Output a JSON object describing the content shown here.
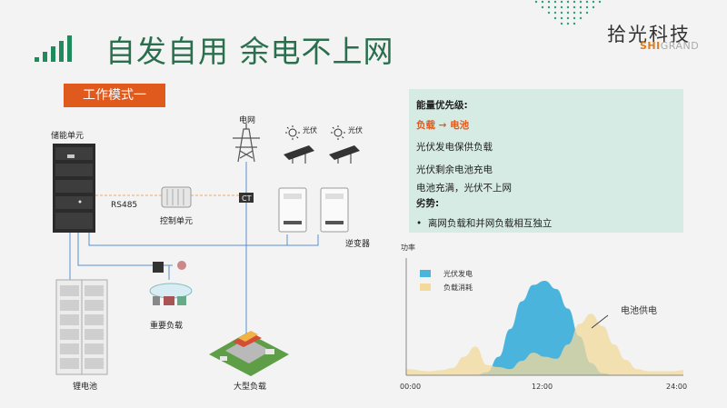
{
  "header": {
    "title": "自发自用 余电不上网",
    "brand_cn": "拾光科技",
    "brand_en_prefix": "SHI",
    "brand_en_suffix": "GRAND"
  },
  "mode_label": "工作模式一",
  "diagram": {
    "storage_unit": "储能单元",
    "grid": "电网",
    "pv1": "光伏",
    "pv2": "光伏",
    "rs485": "RS485",
    "controller": "控制单元",
    "ct": "CT",
    "inverter": "逆变器",
    "important_load": "重要负载",
    "battery": "锂电池",
    "large_load": "大型负载"
  },
  "info": {
    "priority_title": "能量优先级:",
    "priority_value": "负载 → 电池",
    "line1": "光伏发电保供负载",
    "line2": "光伏剩余电池充电",
    "line3": "电池充满，光伏不上网",
    "adv_title": "劣势:",
    "adv_item": "离网负载和并网负载相互独立"
  },
  "chart_data": {
    "type": "area",
    "ylabel": "功率",
    "x_ticks": [
      "00:00",
      "12:00",
      "24:00"
    ],
    "xlim": [
      0,
      24
    ],
    "ylim": [
      0,
      1
    ],
    "legend": [
      "光伏发电",
      "负载消耗"
    ],
    "annotation": "电池供电",
    "colors": {
      "pv": "#4bb4dd",
      "load": "#f3d99a"
    },
    "series": [
      {
        "name": "光伏发电",
        "x": [
          0,
          6,
          7,
          8,
          9,
          10,
          11,
          12,
          13,
          14,
          15,
          16,
          17,
          18,
          24
        ],
        "values": [
          0,
          0,
          0.03,
          0.18,
          0.45,
          0.72,
          0.88,
          0.92,
          0.84,
          0.65,
          0.38,
          0.12,
          0.02,
          0,
          0
        ]
      },
      {
        "name": "负载消耗",
        "x": [
          0,
          2,
          3,
          4,
          5,
          6,
          7,
          8,
          9,
          10,
          11,
          12,
          13,
          14,
          15,
          16,
          17,
          18,
          19,
          20,
          21,
          22,
          23,
          24
        ],
        "values": [
          0.06,
          0.04,
          0.05,
          0.07,
          0.18,
          0.28,
          0.1,
          0.08,
          0.06,
          0.14,
          0.22,
          0.18,
          0.16,
          0.3,
          0.5,
          0.6,
          0.48,
          0.3,
          0.15,
          0.06,
          0.04,
          0.04,
          0.04,
          0.05
        ]
      }
    ]
  }
}
